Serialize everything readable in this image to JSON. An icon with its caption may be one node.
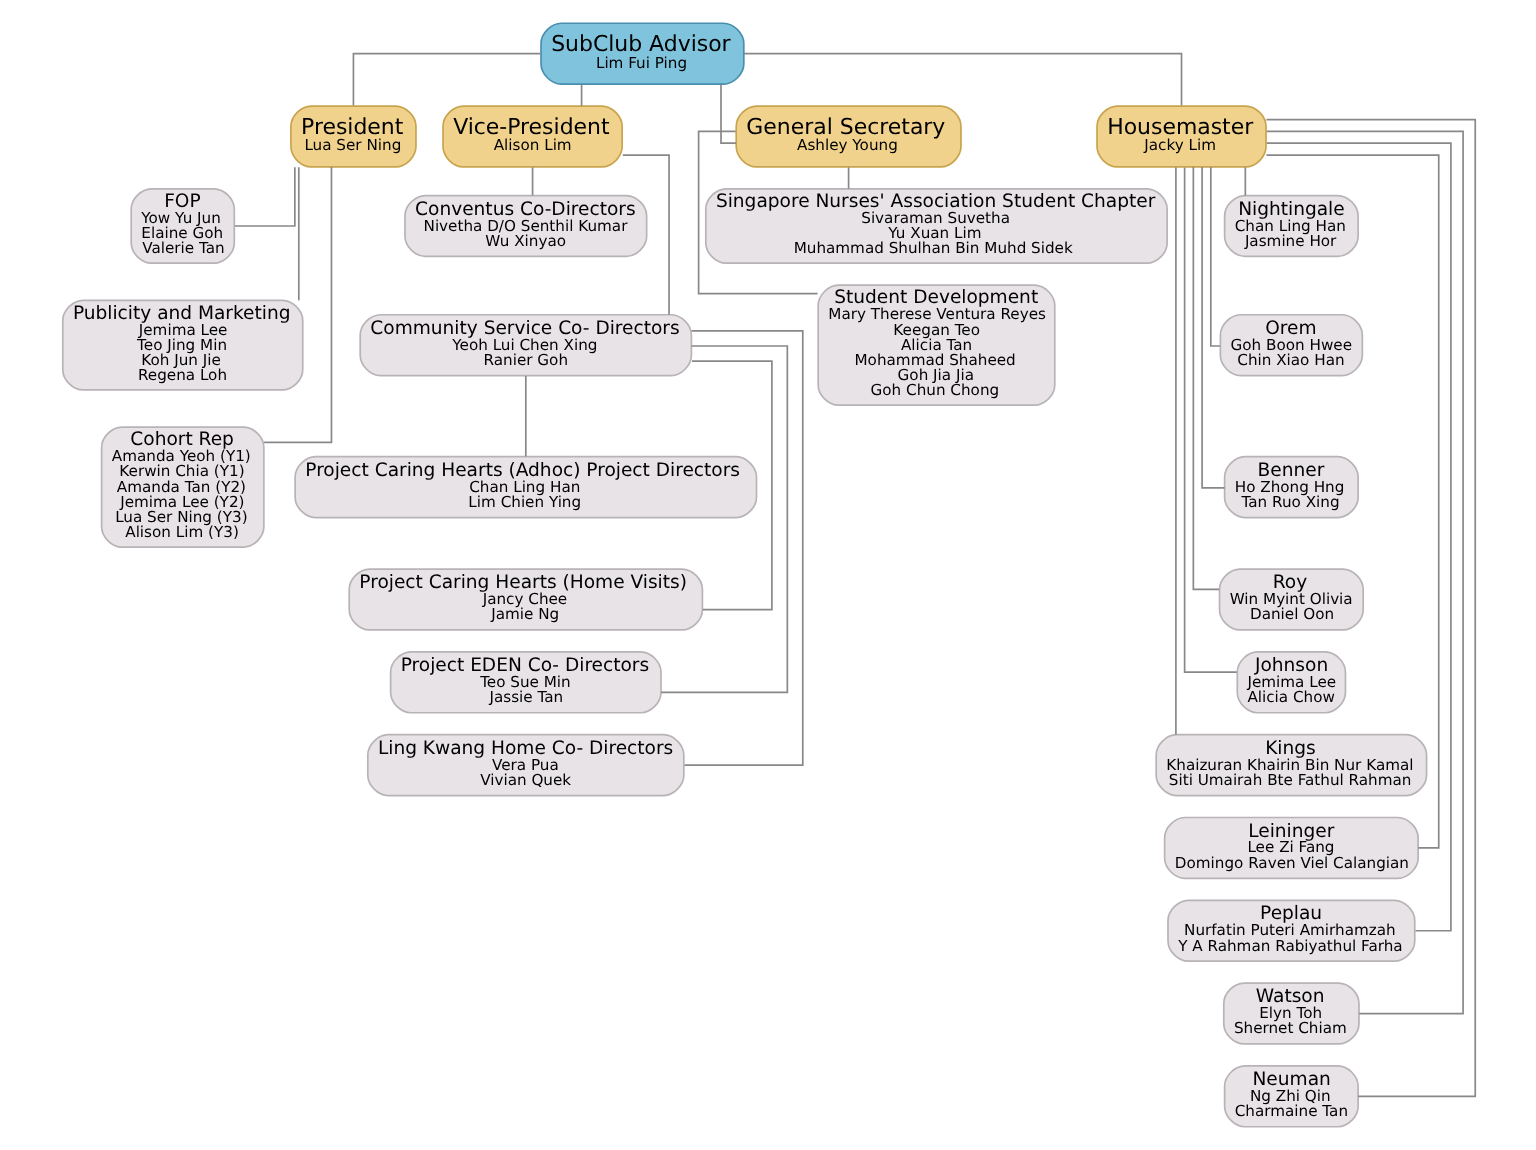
{
  "diagram": {
    "nodes": [
      {
        "text": [
          "SubClub Advisor",
          "Lim Fui Ping"
        ]
      },
      {
        "text": [
          "President",
          "Lua Ser Ning"
        ]
      },
      {
        "text": [
          "Vice-President",
          "Alison Lim"
        ]
      },
      {
        "text": [
          "General Secretary",
          "Ashley Young"
        ]
      },
      {
        "text": [
          "Housemaster",
          "Jacky Lim"
        ]
      },
      {
        "text": [
          "FOP",
          "Yow Yu Jun",
          "Elaine Goh",
          "Valerie Tan"
        ]
      },
      {
        "text": [
          "Publicity and Marketing",
          "Jemima Lee",
          "Teo Jing Min",
          "Koh Jun Jie",
          "Regena Loh"
        ]
      },
      {
        "text": [
          "Cohort Rep",
          "Amanda Yeoh (Y1)",
          "Kerwin Chia (Y1)",
          "Amanda Tan (Y2)",
          "Jemima Lee (Y2)",
          "Lua Ser Ning (Y3)",
          "Alison Lim (Y3)"
        ]
      },
      {
        "text": [
          "Conventus Co-Directors",
          "Nivetha D/O Senthil Kumar",
          "Wu Xinyao"
        ]
      },
      {
        "text": [
          "Community Service Co- Directors",
          "Yeoh Lui Chen Xing",
          "Ranier Goh"
        ]
      },
      {
        "text": [
          "Project Caring Hearts (Adhoc) Project Directors",
          "Chan Ling Han",
          "Lim Chien Ying"
        ]
      },
      {
        "text": [
          "Project Caring Hearts (Home Visits)",
          "Jancy Chee",
          "Jamie Ng"
        ]
      },
      {
        "text": [
          "Project EDEN Co- Directors",
          "Teo Sue Min",
          "Jassie Tan"
        ]
      },
      {
        "text": [
          "Ling Kwang Home Co- Directors",
          "Vera Pua",
          "Vivian Quek"
        ]
      },
      {
        "text": [
          "Singapore Nurses' Association Student Chapter",
          "Sivaraman Suvetha",
          "Yu Xuan Lim",
          "Muhammad Shulhan Bin Muhd Sidek"
        ]
      },
      {
        "text": [
          "Student Development",
          "Mary Therese Ventura Reyes",
          "Keegan Teo",
          "Alicia Tan",
          "Mohammad Shaheed",
          "Goh Jia Jia",
          "Goh Chun Chong"
        ]
      },
      {
        "text": [
          "Nightingale",
          "Chan Ling Han",
          "Jasmine Hor"
        ]
      },
      {
        "text": [
          "Orem",
          "Goh Boon Hwee",
          "Chin Xiao Han"
        ]
      },
      {
        "text": [
          "Benner",
          "Ho Zhong Hng",
          "Tan Ruo Xing"
        ]
      },
      {
        "text": [
          "Roy",
          "Win Myint Olivia",
          "Daniel Oon"
        ]
      },
      {
        "text": [
          "Johnson",
          "Jemima Lee",
          "Alicia Chow"
        ]
      },
      {
        "text": [
          "Kings",
          "Khaizuran Khairin Bin Nur Kamal",
          "Siti Umairah Bte Fathul Rahman"
        ]
      },
      {
        "text": [
          "Leininger",
          "Lee Zi Fang",
          "Domingo Raven Viel Calangian"
        ]
      },
      {
        "text": [
          "Peplau",
          "Nurfatin Puteri Amirhamzah",
          "Y A Rahman Rabiyathul Farha"
        ]
      },
      {
        "text": [
          "Watson",
          "Elyn Toh",
          "Shernet Chiam"
        ]
      },
      {
        "text": [
          "Neuman",
          "Ng Zhi Qin",
          "Charmaine Tan"
        ]
      }
    ],
    "edges": [
      {
        "from": 0,
        "to": 1,
        "arrow": "none"
      },
      {
        "from": 0,
        "to": 2,
        "arrow": "none"
      },
      {
        "from": 0,
        "to": 3,
        "arrow": "none"
      },
      {
        "from": 0,
        "to": 4,
        "arrow": "none"
      },
      {
        "from": 1,
        "to": 5,
        "arrow": "none"
      },
      {
        "from": 1,
        "to": 6,
        "arrow": "none"
      },
      {
        "from": 1,
        "to": 7,
        "arrow": "none"
      },
      {
        "from": 2,
        "to": 8,
        "arrow": "none"
      },
      {
        "from": 2,
        "to": 9,
        "arrow": "none"
      },
      {
        "from": 9,
        "to": 10,
        "arrow": "none"
      },
      {
        "from": 9,
        "to": 11,
        "arrow": "none"
      },
      {
        "from": 9,
        "to": 12,
        "arrow": "none"
      },
      {
        "from": 9,
        "to": 13,
        "arrow": "none"
      },
      {
        "from": 3,
        "to": 14,
        "arrow": "none"
      },
      {
        "from": 3,
        "to": 15,
        "arrow": "none"
      },
      {
        "from": 4,
        "to": 16,
        "arrow": "none"
      },
      {
        "from": 4,
        "to": 17,
        "arrow": "none"
      },
      {
        "from": 4,
        "to": 18,
        "arrow": "none"
      },
      {
        "from": 4,
        "to": 19,
        "arrow": "none"
      },
      {
        "from": 4,
        "to": 20,
        "arrow": "none"
      },
      {
        "from": 4,
        "to": 21,
        "arrow": "none"
      },
      {
        "from": 4,
        "to": 22,
        "arrow": "none"
      },
      {
        "from": 4,
        "to": 23,
        "arrow": "none"
      },
      {
        "from": 4,
        "to": 24,
        "arrow": "none"
      },
      {
        "from": 4,
        "to": 25,
        "arrow": "none"
      }
    ]
  }
}
